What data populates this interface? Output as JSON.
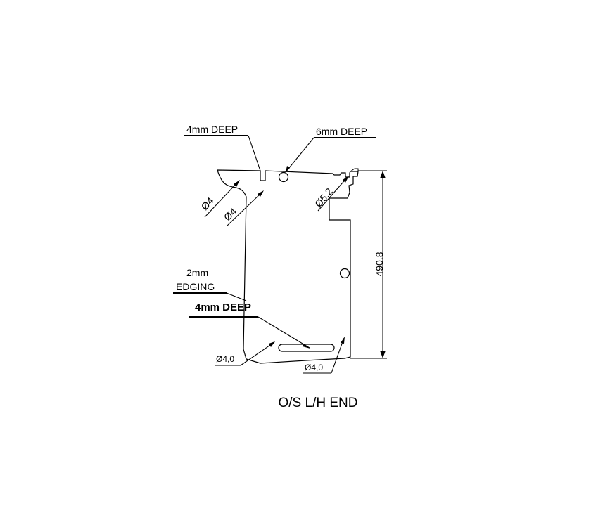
{
  "drawing": {
    "title": "O/S L/H END",
    "annotations": {
      "four_mm_deep_top": "4mm DEEP",
      "six_mm_deep": "6mm DEEP",
      "edging_line1": "2mm",
      "edging_line2": "EDGING",
      "four_mm_deep_slot": "4mm DEEP"
    },
    "dimensions": {
      "dia_left_1": "Ø4",
      "dia_left_2": "Ø4",
      "dia_top_right": "Ø5,2",
      "dia_bottom_left": "Ø4,0",
      "dia_bottom_right": "Ø4,0",
      "height": "490.8"
    }
  }
}
